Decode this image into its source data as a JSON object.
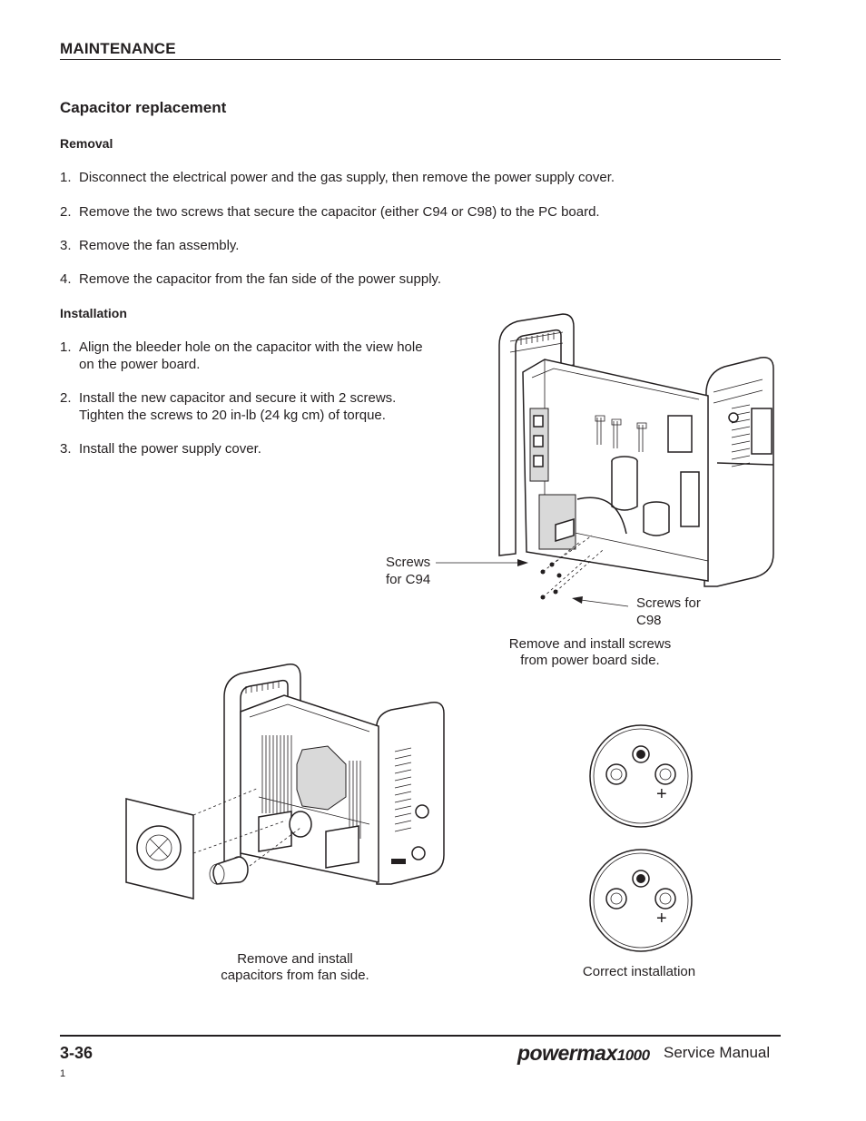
{
  "header": {
    "section": "MAINTENANCE"
  },
  "title": "Capacitor replacement",
  "removal": {
    "heading": "Removal",
    "steps": [
      {
        "num": "1.",
        "text": "Disconnect the electrical power and the gas supply, then remove the power supply cover."
      },
      {
        "num": "2.",
        "text": "Remove the two screws that secure the capacitor (either C94 or C98) to the PC board."
      },
      {
        "num": "3.",
        "text": "Remove the fan assembly."
      },
      {
        "num": "4.",
        "text": "Remove the capacitor from the fan side of the power supply."
      }
    ]
  },
  "installation": {
    "heading": "Installation",
    "steps": [
      {
        "num": "1.",
        "line1": "Align the bleeder hole on the capacitor with the view hole",
        "line2": "on the power board."
      },
      {
        "num": "2.",
        "line1": "Install the new capacitor and secure it with 2 screws.",
        "line2": "Tighten the screws to 20 in-lb (24 kg cm) of torque."
      },
      {
        "num": "3.",
        "line1": "Install the power supply cover."
      }
    ]
  },
  "figures": {
    "power_board": {
      "callout_c94_line1": "Screws",
      "callout_c94_line2": "for C94",
      "callout_c98_line1": "Screws for",
      "callout_c98_line2": "C98",
      "caption_line1": "Remove and install screws",
      "caption_line2": "from power board side."
    },
    "fan_side": {
      "caption_line1": "Remove and install",
      "caption_line2": "capacitors from fan side."
    },
    "correct": {
      "plus_symbol": "+",
      "caption": "Correct installation"
    }
  },
  "footer": {
    "page_number": "3-36",
    "brand_main": "powermax",
    "brand_model": "1000",
    "manual_label": "Service Manual",
    "revision": "1"
  }
}
